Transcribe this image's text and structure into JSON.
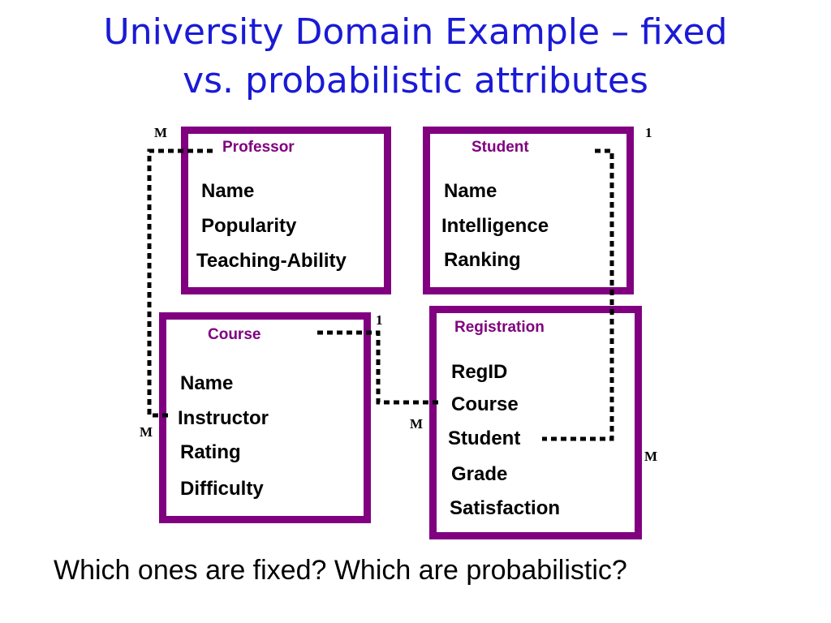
{
  "title": {
    "line1": "University Domain Example – fixed",
    "line2": "vs. probabilistic attributes"
  },
  "entities": {
    "professor": {
      "name": "Professor",
      "attributes": [
        "Name",
        "Popularity",
        "Teaching-Ability"
      ]
    },
    "student": {
      "name": "Student",
      "attributes": [
        "Name",
        "Intelligence",
        "Ranking"
      ]
    },
    "course": {
      "name": "Course",
      "attributes": [
        "Name",
        "Instructor",
        "Rating",
        "Difficulty"
      ]
    },
    "registration": {
      "name": "Registration",
      "attributes": [
        "RegID",
        "Course",
        "Student",
        "Grade",
        "Satisfaction"
      ]
    }
  },
  "multiplicities": {
    "professor_side": "M",
    "student_side": "1",
    "course_instructor_side": "M",
    "course_registration_side": "1",
    "registration_course_side": "M",
    "registration_student_side": "M"
  },
  "colors": {
    "title": "#1a1ad6",
    "box_border": "#800080",
    "box_title": "#800080",
    "text": "#000000"
  },
  "question": "Which ones are fixed? Which are probabilistic?"
}
